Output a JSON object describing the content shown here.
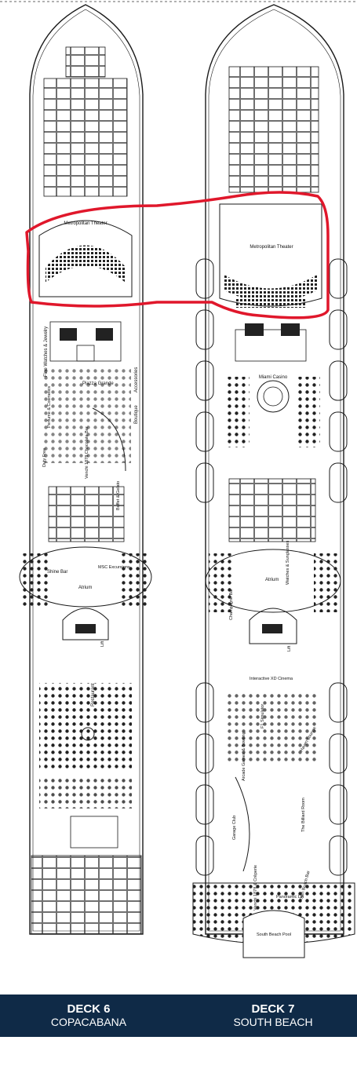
{
  "decks": [
    {
      "number_label": "DECK 6",
      "name": "COPACABANA",
      "venues": {
        "theater": "Metropolitan Theater",
        "fine_watches": "Fine Watches & Jewelry",
        "piazza": "Piazza Grande",
        "accessories": "Accessories",
        "boutique": "Boutique",
        "cosmetics": "Perfume & Cosmetics",
        "duty_free": "Duty Free",
        "chocolate": "Venchi 1878 Chocolate Bar",
        "buffet": "Buffet & Gelato",
        "shine_bar": "Shine Bar",
        "excursions": "MSC Excursions",
        "atrium": "Atrium",
        "lift": "Lift",
        "restaurant": "Restaurant"
      }
    },
    {
      "number_label": "DECK 7",
      "name": "SOUTH BEACH",
      "venues": {
        "theater": "Metropolitan Theater",
        "casino": "Miami Casino",
        "sunglasses": "Watches & Sunglasses",
        "champagne": "Champagne Bar",
        "atrium": "Atrium",
        "lift": "Lift",
        "cinema": "Interactive XD Cinema",
        "f1": "F1 Simulator",
        "bowling": "Arcade Games & Bowling",
        "haven": "Haven Lounge",
        "billiard": "The Billiard Room",
        "garage": "Garage Club",
        "venchi": "Venchi 1878 & Crêperie",
        "panoramic": "Panoramic Lift",
        "sb_bar": "South Beach Bar",
        "sb_pool": "South Beach Pool"
      }
    }
  ],
  "colors": {
    "footer_bg": "#0f2a47",
    "highlight": "#e0172b",
    "line": "#1a1a1a"
  }
}
